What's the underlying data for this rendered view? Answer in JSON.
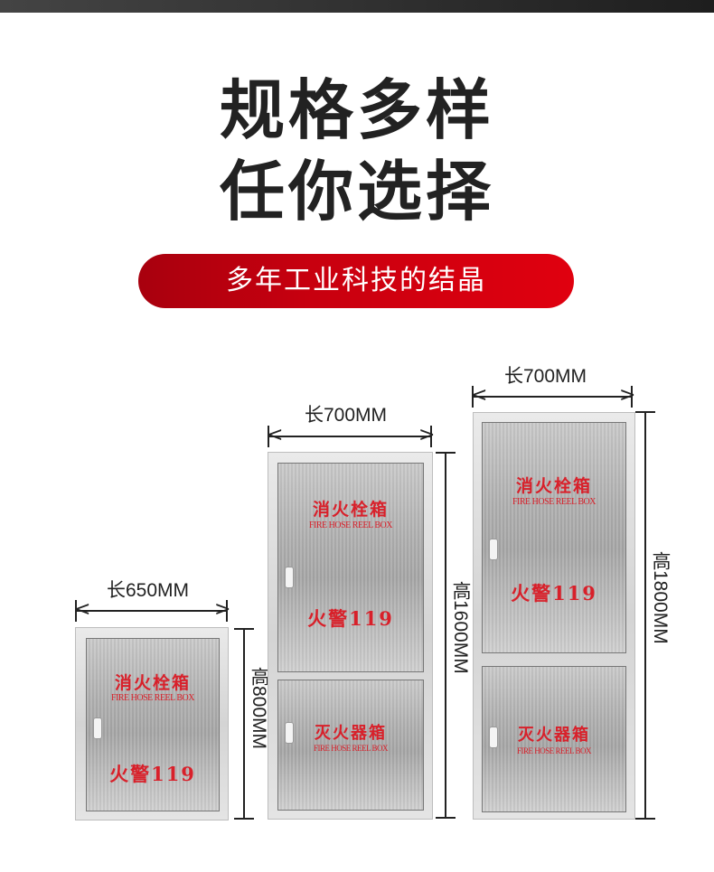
{
  "header": {
    "title_line1": "规格多样",
    "title_line2": "任你选择",
    "tagline": "多年工业科技的结晶"
  },
  "colors": {
    "top_bar": "#333333",
    "title": "#222222",
    "pill_red": "#d0000f",
    "cabinet_text_red": "#d8202a"
  },
  "cabinets": [
    {
      "width_label": "长650MM",
      "height_label": "高800MM",
      "doors": [
        {
          "cn": "消火栓箱",
          "en": "FIRE HOSE REEL BOX",
          "alarm": "火警119"
        }
      ]
    },
    {
      "width_label": "长700MM",
      "height_label": "高1600MM",
      "doors": [
        {
          "cn": "消火栓箱",
          "en": "FIRE HOSE REEL BOX",
          "alarm": "火警119"
        },
        {
          "cn": "灭火器箱",
          "en": "FIRE HOSE REEL BOX"
        }
      ]
    },
    {
      "width_label": "长700MM",
      "height_label": "高1800MM",
      "doors": [
        {
          "cn": "消火栓箱",
          "en": "FIRE HOSE REEL BOX",
          "alarm": "火警119"
        },
        {
          "cn": "灭火器箱",
          "en": "FIRE HOSE REEL BOX"
        }
      ]
    }
  ]
}
